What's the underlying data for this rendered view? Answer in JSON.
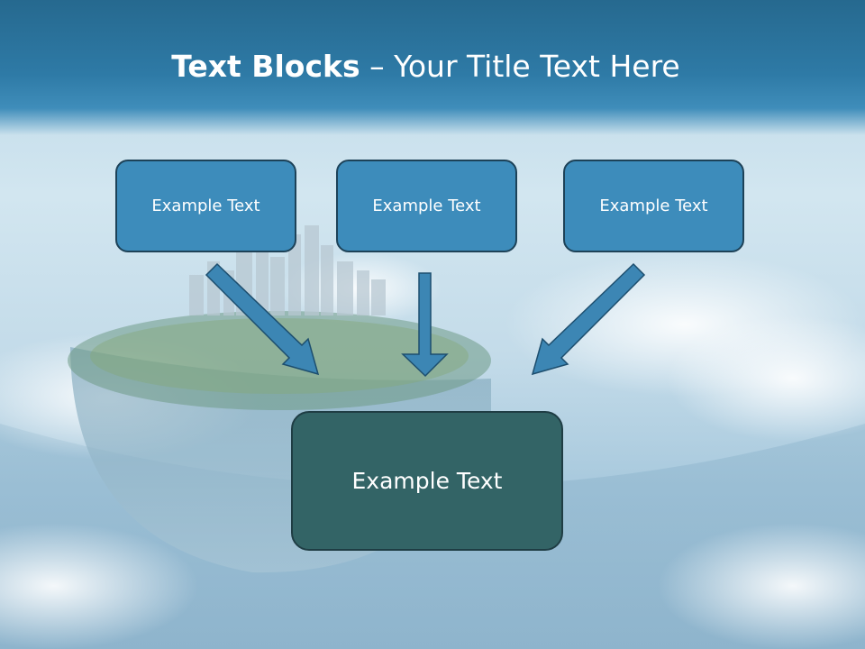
{
  "slide": {
    "title_bold": "Text Blocks",
    "title_dash": " – ",
    "title_rest": "Your Title Text Here"
  },
  "blocks": [
    {
      "label": "Example Text"
    },
    {
      "label": "Example Text"
    },
    {
      "label": "Example Text"
    }
  ],
  "center_block": {
    "label": "Example Text"
  },
  "colors": {
    "header": "#2e7aa6",
    "block_fill": "#3d8cbb",
    "center_fill": "#336466",
    "arrow_fill": "#3c86b4",
    "border": "#1d4258"
  }
}
